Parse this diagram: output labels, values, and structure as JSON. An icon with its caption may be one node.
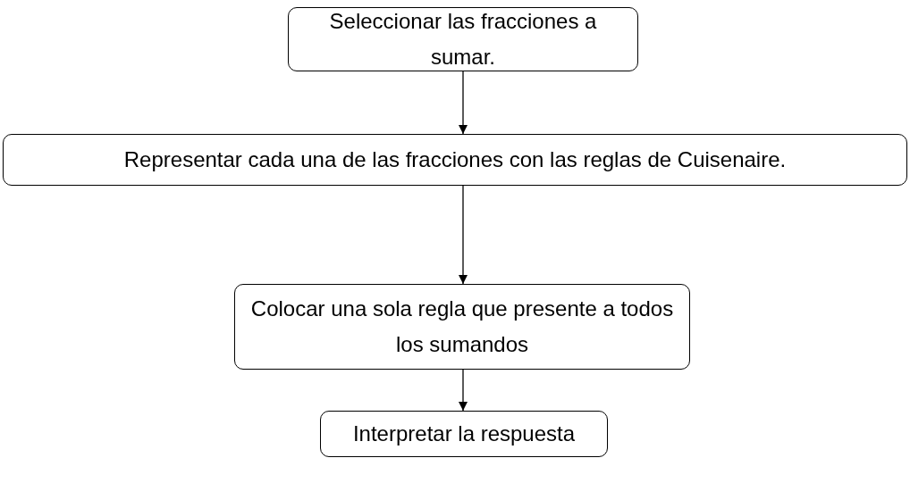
{
  "diagram": {
    "nodes": [
      {
        "text": [
          "Seleccionar las fracciones a sumar."
        ]
      },
      {
        "text": [
          "Representar cada una de las fracciones con las reglas de Cuisenaire."
        ]
      },
      {
        "text": [
          "Colocar una sola regla que presente a todos los sumandos"
        ]
      },
      {
        "text": [
          "Interpretar la respuesta"
        ]
      }
    ],
    "edges": [
      {
        "from": 0,
        "to": 1,
        "arrow": "to"
      },
      {
        "from": 1,
        "to": 2,
        "arrow": "to"
      },
      {
        "from": 2,
        "to": 3,
        "arrow": "to"
      }
    ]
  }
}
